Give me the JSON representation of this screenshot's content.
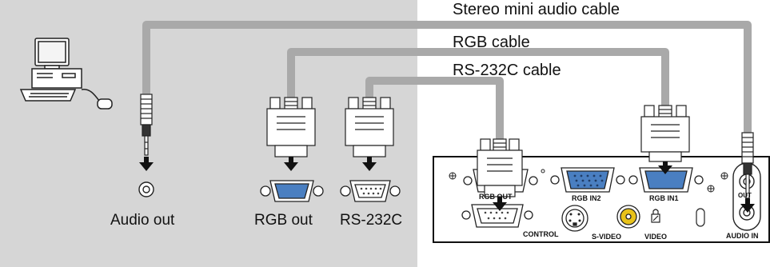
{
  "cables": {
    "audio": "Stereo mini audio cable",
    "rgb": "RGB cable",
    "rs232c": "RS-232C cable"
  },
  "computer_ports": {
    "audio_out": "Audio out",
    "rgb_out": "RGB out",
    "rs232c": "RS-232C"
  },
  "projector_ports": {
    "rgb_out": "RGB OUT",
    "rgb_in2": "RGB IN2",
    "rgb_in1": "RGB IN1",
    "control": "CONTROL",
    "s_video": "S-VIDEO",
    "video": "VIDEO",
    "audio_in": "AUDIO IN",
    "audio_out": "OUT"
  },
  "colors": {
    "background_panel": "#d6d6d6",
    "cable": "#a9a9a9",
    "vga_blue": "#4a7fc1",
    "video_yellow": "#e8c21a"
  }
}
